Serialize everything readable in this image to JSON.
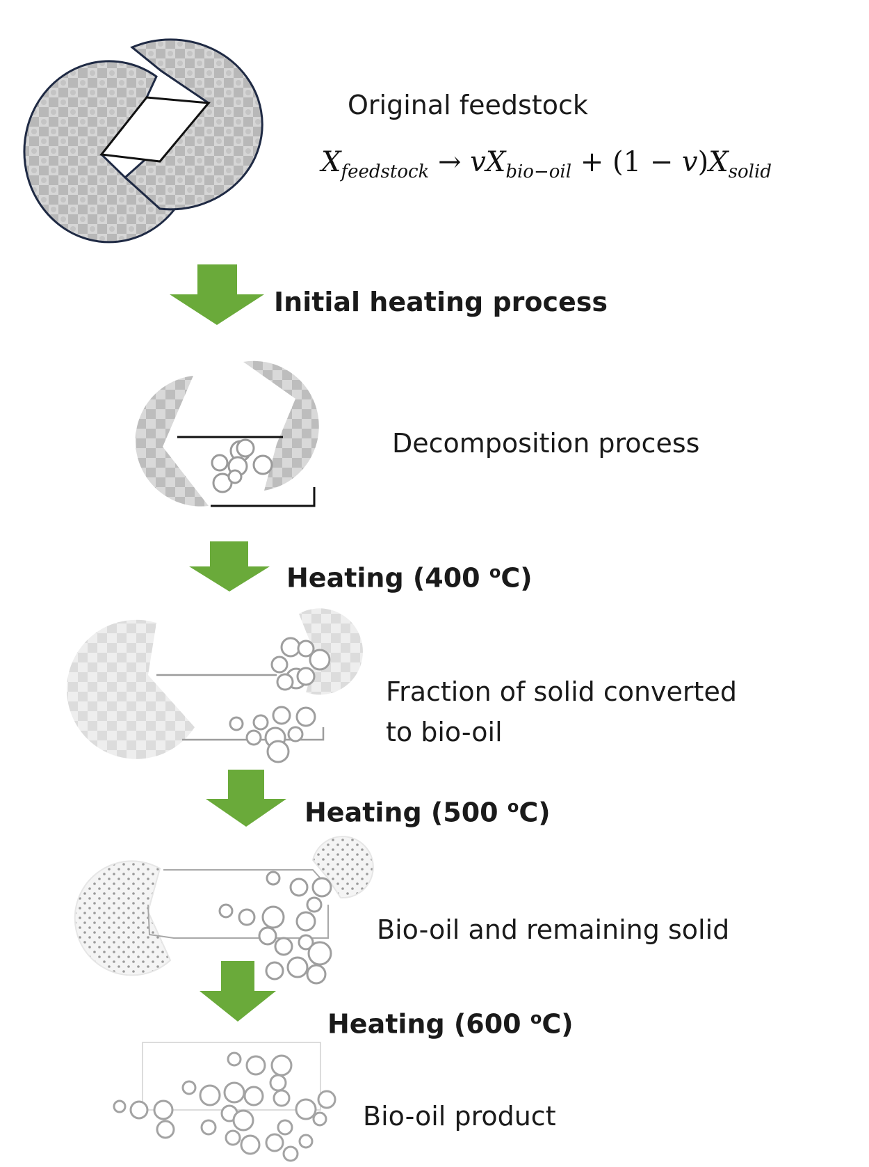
{
  "stages": {
    "original": "Original feedstock",
    "decomposition": "Decomposition process",
    "fraction_line1": "Fraction of solid converted",
    "fraction_line2": "to bio-oil",
    "bio_remaining": "Bio-oil and remaining solid",
    "product": "Bio-oil product"
  },
  "steps": {
    "initial": "Initial heating process",
    "h400_prefix": "Heating (400 ",
    "h500_prefix": "Heating (500 ",
    "h600_prefix": "Heating (600 ",
    "deg_sup": "o",
    "deg_suffix": "C)"
  },
  "equation": {
    "lhs_var": "X",
    "lhs_sub": "feedstock",
    "arrow": "→",
    "coef": "v",
    "mid_var": "X",
    "mid_sub": "bio−oil",
    "plus": "+ (1 − ",
    "coef2": "v",
    "close": ")",
    "rhs_var": "X",
    "rhs_sub": "solid"
  },
  "colors": {
    "arrow_green": "#6aaa3a",
    "outline_dark": "#1f2a44"
  }
}
